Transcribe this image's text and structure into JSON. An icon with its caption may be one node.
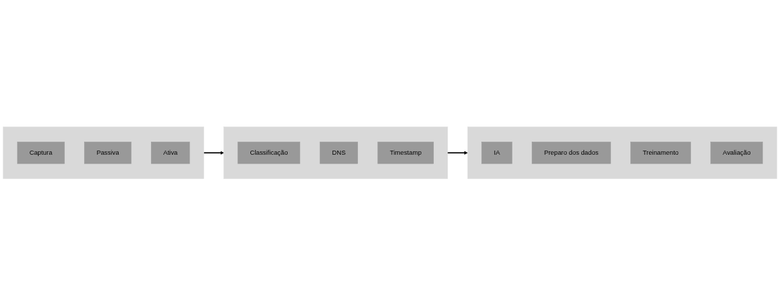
{
  "diagram": {
    "nodes": [
      {
        "text": [],
        "shape": "box"
      },
      {
        "text": [
          "Captura"
        ],
        "in": 0
      },
      {
        "text": [
          "Passiva"
        ],
        "in": 0
      },
      {
        "text": [
          "Ativa"
        ],
        "in": 0
      },
      {
        "text": [],
        "shape": "box"
      },
      {
        "text": [
          "Classificação"
        ],
        "in": 4
      },
      {
        "text": [
          "DNS"
        ],
        "in": 4
      },
      {
        "text": [
          "Timestamp"
        ],
        "in": 4
      },
      {
        "text": [],
        "shape": "box"
      },
      {
        "text": [
          "IA"
        ],
        "in": 8
      },
      {
        "text": [
          "Preparo dos dados"
        ],
        "in": 8
      },
      {
        "text": [
          "Treinamento"
        ],
        "in": 8
      },
      {
        "text": [
          "Avaliação"
        ],
        "in": 8
      }
    ],
    "edges": [
      {
        "from": 0,
        "to": 4,
        "arrow": "to"
      },
      {
        "from": 4,
        "to": 8,
        "arrow": "to"
      }
    ]
  }
}
